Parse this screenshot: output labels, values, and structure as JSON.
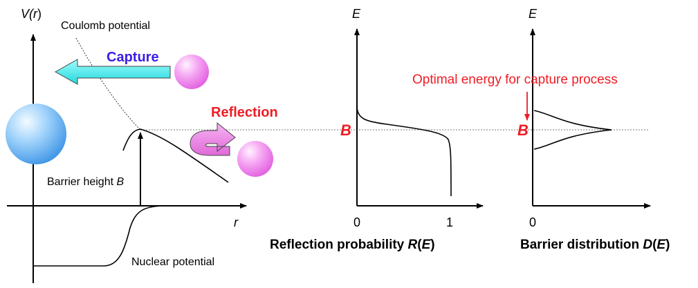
{
  "potential_panel": {
    "v_axis_prefix": "V(",
    "v_axis_var": "r",
    "v_axis_suffix": ")",
    "r_axis_label": "r",
    "coulomb_label": "Coulomb potential",
    "nuclear_label": "Nuclear potential",
    "barrier_label": "Barrier height ",
    "barrier_symbol": "B",
    "capture_label": "Capture",
    "reflection_label": "Reflection"
  },
  "reflection_panel": {
    "e_axis_label": "E",
    "b_label": "B",
    "tick_0": "0",
    "tick_1": "1",
    "title_prefix": "Reflection probability ",
    "title_fn": "R",
    "title_open": "(",
    "title_arg": "E",
    "title_close": ")"
  },
  "distribution_panel": {
    "e_axis_label": "E",
    "b_label": "B",
    "tick_0": "0",
    "optimal_label": "Optimal energy for capture process",
    "title_prefix": "Barrier distribution ",
    "title_fn": "D",
    "title_open": "(",
    "title_arg": "E",
    "title_close": ")"
  },
  "colors": {
    "capture_arrow": "#3ff0f0",
    "reflection_arrow": "#ee7ee8",
    "red_text": "#ee1c25",
    "blue_text": "#3a1ee8",
    "nucleus_sphere": "#59aef0",
    "projectile_sphere": "#f07af0"
  }
}
